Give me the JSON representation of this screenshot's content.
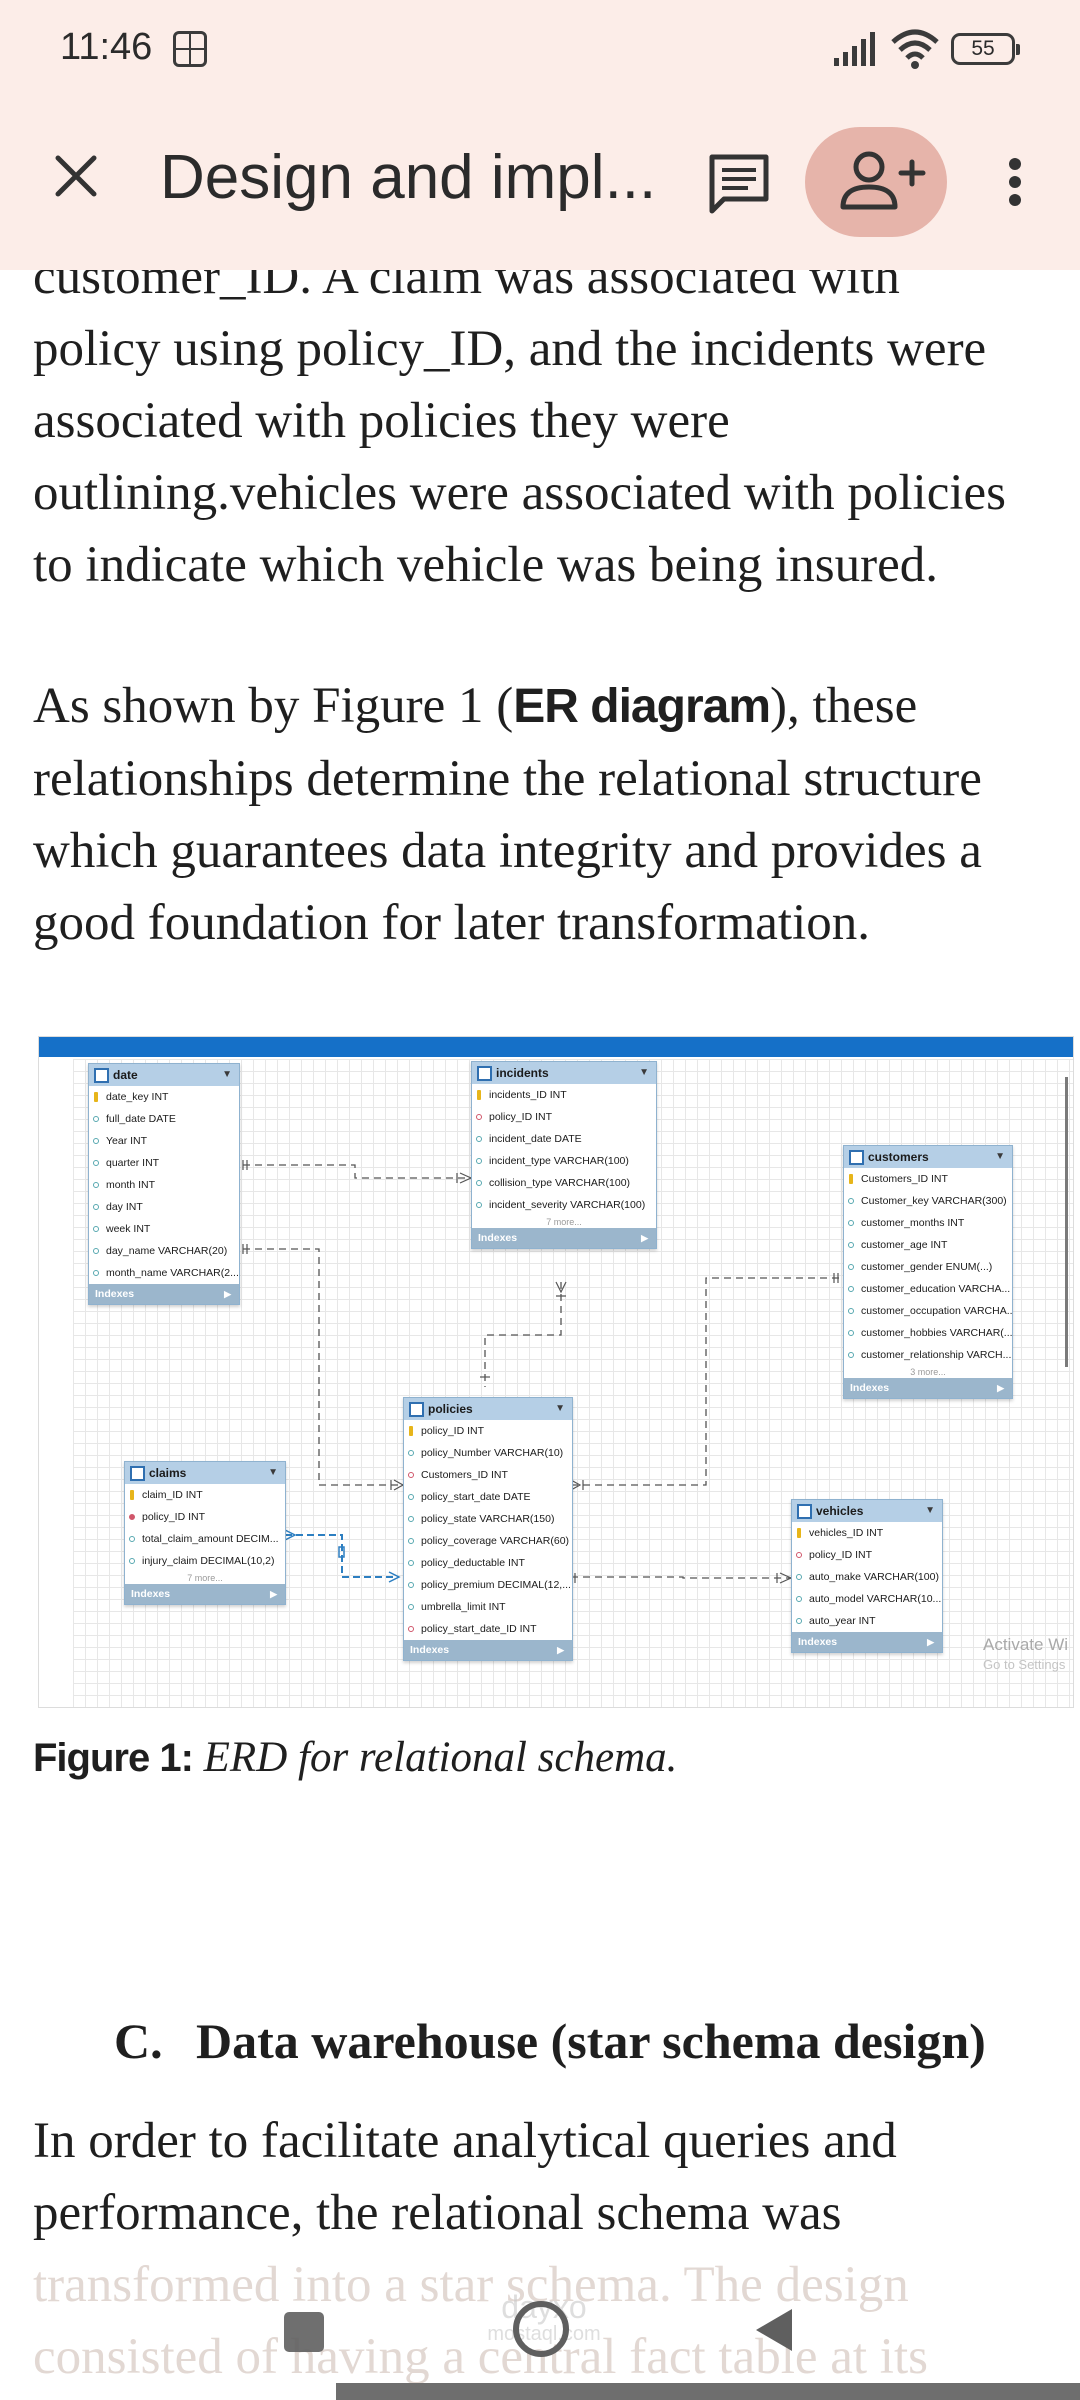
{
  "status_bar": {
    "time": "11:46",
    "battery": "55"
  },
  "app_bar": {
    "title": "Design and impl...",
    "close_icon": "close-icon",
    "comment_icon": "comment-icon",
    "share_icon": "add-person-icon",
    "more_icon": "more-vert-icon",
    "accent_color": "#e6b4aa",
    "background": "#fcede8"
  },
  "document": {
    "para1_lines": [
      "customer_ID. A claim was associated with",
      "policy using policy_ID, and the incidents were",
      "associated with policies they were",
      "outlining.vehicles were associated with policies",
      "to indicate which vehicle was being insured."
    ],
    "para2": {
      "before": "As shown by Figure 1 (",
      "bold": "ER diagram",
      "after_line1": "), these",
      "lines": [
        "relationships determine the relational structure",
        "which guarantees data integrity and provides a",
        "good foundation for later transformation."
      ]
    },
    "caption": {
      "label": "Figure 1:",
      "text": "ERD  for relational schema."
    },
    "heading": {
      "number": "C.",
      "text": "Data warehouse (star schema design)"
    },
    "para3_lines": [
      "In order to facilitate analytical queries and",
      "performance, the relational schema was",
      "transformed into a star schema. The design",
      "consisted of having a central fact table at its"
    ]
  },
  "erd": {
    "tables": {
      "date": {
        "name": "date",
        "columns": [
          "date_key INT",
          "full_date DATE",
          "Year INT",
          "quarter INT",
          "month INT",
          "day INT",
          "week INT",
          "day_name VARCHAR(20)",
          "month_name VARCHAR(2..."
        ],
        "footer": "Indexes"
      },
      "incidents": {
        "name": "incidents",
        "columns": [
          "incidents_ID INT",
          "policy_ID INT",
          "incident_date DATE",
          "incident_type VARCHAR(100)",
          "collision_type VARCHAR(100)",
          "incident_severity VARCHAR(100)"
        ],
        "more": "7 more...",
        "footer": "Indexes"
      },
      "customers": {
        "name": "customers",
        "columns": [
          "Customers_ID INT",
          "Customer_key VARCHAR(300)",
          "customer_months INT",
          "customer_age INT",
          "customer_gender ENUM(...)",
          "customer_education VARCHA...",
          "customer_occupation VARCHA...",
          "customer_hobbies VARCHAR(...",
          "customer_relationship VARCH..."
        ],
        "more": "3 more...",
        "footer": "Indexes"
      },
      "policies": {
        "name": "policies",
        "columns": [
          "policy_ID INT",
          "policy_Number VARCHAR(10)",
          "Customers_ID INT",
          "policy_start_date DATE",
          "policy_state VARCHAR(150)",
          "policy_coverage VARCHAR(60)",
          "policy_deductable INT",
          "policy_premium DECIMAL(12,...",
          "umbrella_limit INT",
          "policy_start_date_ID INT"
        ],
        "footer": "Indexes"
      },
      "claims": {
        "name": "claims",
        "columns": [
          "claim_ID INT",
          "policy_ID INT",
          "total_claim_amount DECIM...",
          "injury_claim DECIMAL(10,2)"
        ],
        "more": "7 more...",
        "footer": "Indexes"
      },
      "vehicles": {
        "name": "vehicles",
        "columns": [
          "vehicles_ID INT",
          "policy_ID INT",
          "auto_make VARCHAR(100)",
          "auto_model VARCHAR(10...",
          "auto_year INT"
        ],
        "footer": "Indexes"
      }
    },
    "watermark": {
      "line1": "Activate Windows",
      "line2": "Go to Settings"
    }
  },
  "nav_bar": {
    "watermark": "dayxo",
    "watermark_sub": "mostaql.com"
  }
}
